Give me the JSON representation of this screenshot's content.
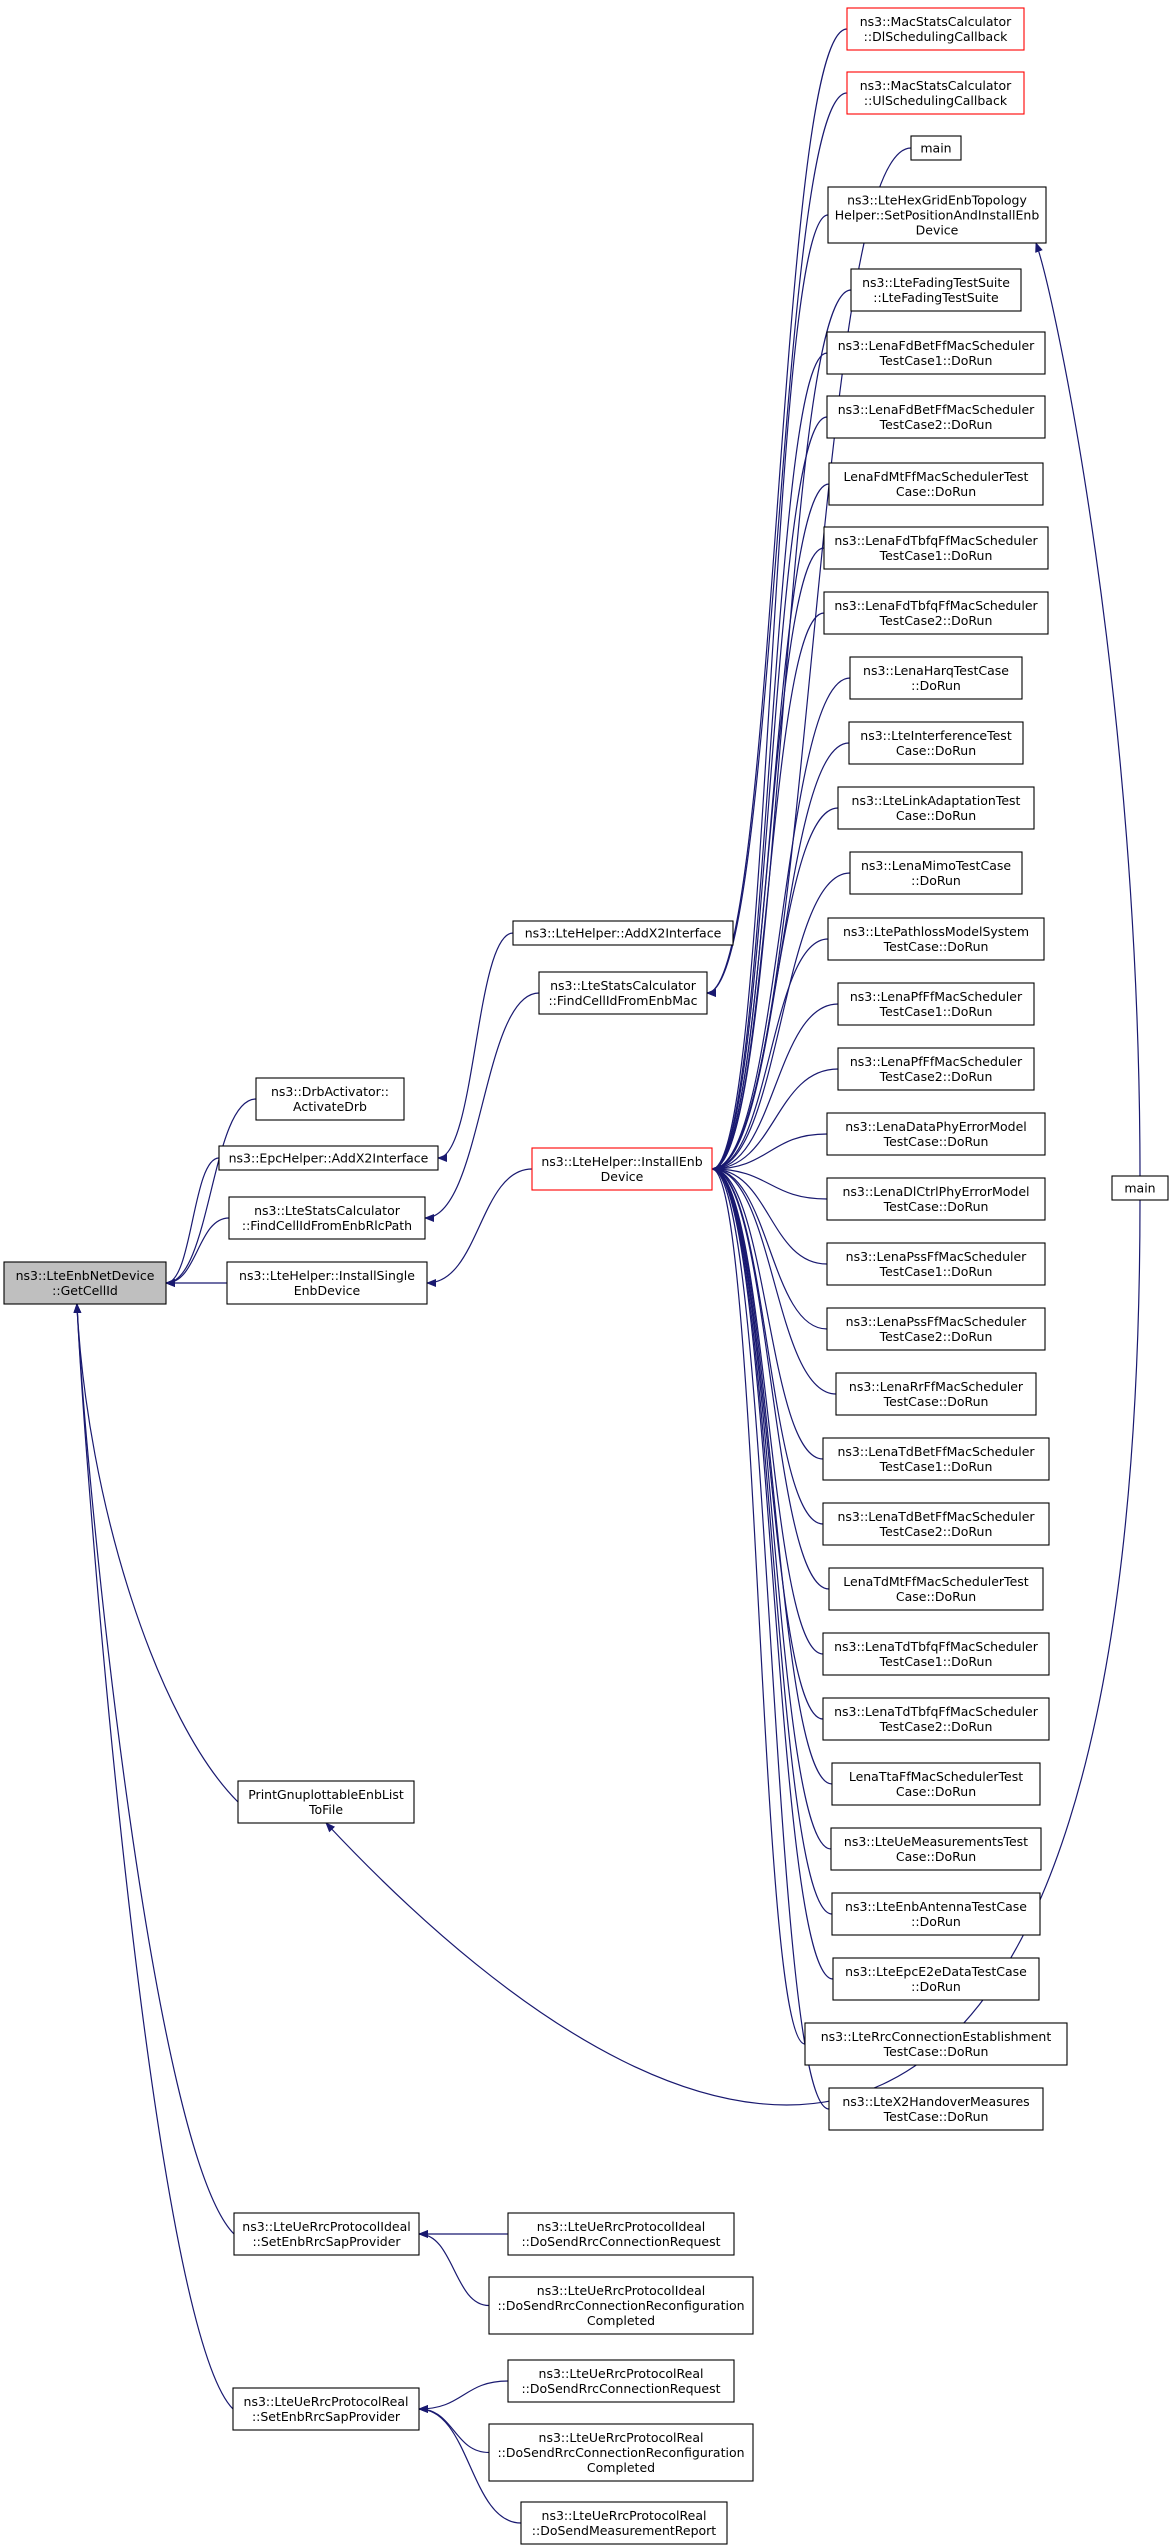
{
  "graph": {
    "title": "",
    "edge_color": "#191970",
    "root_fill": "#bfbfbf",
    "highlight_border": "#ff0000",
    "nodes": [
      {
        "id": "root",
        "lines": [
          "ns3::LteEnbNetDevice",
          "::GetCellId"
        ],
        "style": "root"
      },
      {
        "id": "drb",
        "lines": [
          "ns3::DrbActivator::",
          "ActivateDrb"
        ]
      },
      {
        "id": "epcx2",
        "lines": [
          "ns3::EpcHelper::AddX2Interface"
        ]
      },
      {
        "id": "statsrlc",
        "lines": [
          "ns3::LteStatsCalculator",
          "::FindCellIdFromEnbRlcPath"
        ]
      },
      {
        "id": "installsingle",
        "lines": [
          "ns3::LteHelper::InstallSingle",
          "EnbDevice"
        ]
      },
      {
        "id": "printgnu",
        "lines": [
          "PrintGnuplottableEnbList",
          "ToFile"
        ]
      },
      {
        "id": "idealsap",
        "lines": [
          "ns3::LteUeRrcProtocolIdeal",
          "::SetEnbRrcSapProvider"
        ]
      },
      {
        "id": "realsap",
        "lines": [
          "ns3::LteUeRrcProtocolReal",
          "::SetEnbRrcSapProvider"
        ]
      },
      {
        "id": "ltex2",
        "lines": [
          "ns3::LteHelper::AddX2Interface"
        ]
      },
      {
        "id": "statsmac",
        "lines": [
          "ns3::LteStatsCalculator",
          "::FindCellIdFromEnbMac"
        ]
      },
      {
        "id": "installenb",
        "lines": [
          "ns3::LteHelper::InstallEnb",
          "Device"
        ],
        "style": "red"
      },
      {
        "id": "ideal1",
        "lines": [
          "ns3::LteUeRrcProtocolIdeal",
          "::DoSendRrcConnectionRequest"
        ]
      },
      {
        "id": "ideal2",
        "lines": [
          "ns3::LteUeRrcProtocolIdeal",
          "::DoSendRrcConnectionReconfiguration",
          "Completed"
        ]
      },
      {
        "id": "real1",
        "lines": [
          "ns3::LteUeRrcProtocolReal",
          "::DoSendRrcConnectionRequest"
        ]
      },
      {
        "id": "real2",
        "lines": [
          "ns3::LteUeRrcProtocolReal",
          "::DoSendRrcConnectionReconfiguration",
          "Completed"
        ]
      },
      {
        "id": "real3",
        "lines": [
          "ns3::LteUeRrcProtocolReal",
          "::DoSendMeasurementReport"
        ]
      },
      {
        "id": "macdl",
        "lines": [
          "ns3::MacStatsCalculator",
          "::DlSchedulingCallback"
        ],
        "style": "red"
      },
      {
        "id": "macul",
        "lines": [
          "ns3::MacStatsCalculator",
          "::UlSchedulingCallback"
        ],
        "style": "red"
      },
      {
        "id": "main1",
        "lines": [
          "main"
        ]
      },
      {
        "id": "hexgrid",
        "lines": [
          "ns3::LteHexGridEnbTopology",
          "Helper::SetPositionAndInstallEnb",
          "Device"
        ]
      },
      {
        "id": "c01",
        "lines": [
          "ns3::LteFadingTestSuite",
          "::LteFadingTestSuite"
        ]
      },
      {
        "id": "c02",
        "lines": [
          "ns3::LenaFdBetFfMacScheduler",
          "TestCase1::DoRun"
        ]
      },
      {
        "id": "c03",
        "lines": [
          "ns3::LenaFdBetFfMacScheduler",
          "TestCase2::DoRun"
        ]
      },
      {
        "id": "c04",
        "lines": [
          "LenaFdMtFfMacSchedulerTest",
          "Case::DoRun"
        ]
      },
      {
        "id": "c05",
        "lines": [
          "ns3::LenaFdTbfqFfMacScheduler",
          "TestCase1::DoRun"
        ]
      },
      {
        "id": "c06",
        "lines": [
          "ns3::LenaFdTbfqFfMacScheduler",
          "TestCase2::DoRun"
        ]
      },
      {
        "id": "c07",
        "lines": [
          "ns3::LenaHarqTestCase",
          "::DoRun"
        ]
      },
      {
        "id": "c08",
        "lines": [
          "ns3::LteInterferenceTest",
          "Case::DoRun"
        ]
      },
      {
        "id": "c09",
        "lines": [
          "ns3::LteLinkAdaptationTest",
          "Case::DoRun"
        ]
      },
      {
        "id": "c10",
        "lines": [
          "ns3::LenaMimoTestCase",
          "::DoRun"
        ]
      },
      {
        "id": "c11",
        "lines": [
          "ns3::LtePathlossModelSystem",
          "TestCase::DoRun"
        ]
      },
      {
        "id": "c12",
        "lines": [
          "ns3::LenaPfFfMacScheduler",
          "TestCase1::DoRun"
        ]
      },
      {
        "id": "c13",
        "lines": [
          "ns3::LenaPfFfMacScheduler",
          "TestCase2::DoRun"
        ]
      },
      {
        "id": "c14",
        "lines": [
          "ns3::LenaDataPhyErrorModel",
          "TestCase::DoRun"
        ]
      },
      {
        "id": "c15",
        "lines": [
          "ns3::LenaDlCtrlPhyErrorModel",
          "TestCase::DoRun"
        ]
      },
      {
        "id": "c16",
        "lines": [
          "ns3::LenaPssFfMacScheduler",
          "TestCase1::DoRun"
        ]
      },
      {
        "id": "c17",
        "lines": [
          "ns3::LenaPssFfMacScheduler",
          "TestCase2::DoRun"
        ]
      },
      {
        "id": "c18",
        "lines": [
          "ns3::LenaRrFfMacScheduler",
          "TestCase::DoRun"
        ]
      },
      {
        "id": "c19",
        "lines": [
          "ns3::LenaTdBetFfMacScheduler",
          "TestCase1::DoRun"
        ]
      },
      {
        "id": "c20",
        "lines": [
          "ns3::LenaTdBetFfMacScheduler",
          "TestCase2::DoRun"
        ]
      },
      {
        "id": "c21",
        "lines": [
          "LenaTdMtFfMacSchedulerTest",
          "Case::DoRun"
        ]
      },
      {
        "id": "c22",
        "lines": [
          "ns3::LenaTdTbfqFfMacScheduler",
          "TestCase1::DoRun"
        ]
      },
      {
        "id": "c23",
        "lines": [
          "ns3::LenaTdTbfqFfMacScheduler",
          "TestCase2::DoRun"
        ]
      },
      {
        "id": "c24",
        "lines": [
          "LenaTtaFfMacSchedulerTest",
          "Case::DoRun"
        ]
      },
      {
        "id": "c25",
        "lines": [
          "ns3::LteUeMeasurementsTest",
          "Case::DoRun"
        ]
      },
      {
        "id": "c26",
        "lines": [
          "ns3::LteEnbAntennaTestCase",
          "::DoRun"
        ]
      },
      {
        "id": "c27",
        "lines": [
          "ns3::LteEpcE2eDataTestCase",
          "::DoRun"
        ]
      },
      {
        "id": "c28",
        "lines": [
          "ns3::LteRrcConnectionEstablishment",
          "TestCase::DoRun"
        ]
      },
      {
        "id": "c29",
        "lines": [
          "ns3::LteX2HandoverMeasures",
          "TestCase::DoRun"
        ]
      },
      {
        "id": "main2",
        "lines": [
          "main"
        ]
      }
    ],
    "edges": [
      [
        "drb",
        "root"
      ],
      [
        "epcx2",
        "root"
      ],
      [
        "statsrlc",
        "root"
      ],
      [
        "installsingle",
        "root"
      ],
      [
        "printgnu",
        "root"
      ],
      [
        "idealsap",
        "root"
      ],
      [
        "realsap",
        "root"
      ],
      [
        "ltex2",
        "epcx2"
      ],
      [
        "statsmac",
        "statsrlc"
      ],
      [
        "installenb",
        "installsingle"
      ],
      [
        "main2",
        "printgnu"
      ],
      [
        "ideal1",
        "idealsap"
      ],
      [
        "ideal2",
        "idealsap"
      ],
      [
        "real1",
        "realsap"
      ],
      [
        "real2",
        "realsap"
      ],
      [
        "real3",
        "realsap"
      ],
      [
        "macdl",
        "statsmac"
      ],
      [
        "macul",
        "statsmac"
      ],
      [
        "main1",
        "installenb"
      ],
      [
        "hexgrid",
        "installenb"
      ],
      [
        "c01",
        "installenb"
      ],
      [
        "c02",
        "installenb"
      ],
      [
        "c03",
        "installenb"
      ],
      [
        "c04",
        "installenb"
      ],
      [
        "c05",
        "installenb"
      ],
      [
        "c06",
        "installenb"
      ],
      [
        "c07",
        "installenb"
      ],
      [
        "c08",
        "installenb"
      ],
      [
        "c09",
        "installenb"
      ],
      [
        "c10",
        "installenb"
      ],
      [
        "c11",
        "installenb"
      ],
      [
        "c12",
        "installenb"
      ],
      [
        "c13",
        "installenb"
      ],
      [
        "c14",
        "installenb"
      ],
      [
        "c15",
        "installenb"
      ],
      [
        "c16",
        "installenb"
      ],
      [
        "c17",
        "installenb"
      ],
      [
        "c18",
        "installenb"
      ],
      [
        "c19",
        "installenb"
      ],
      [
        "c20",
        "installenb"
      ],
      [
        "c21",
        "installenb"
      ],
      [
        "c22",
        "installenb"
      ],
      [
        "c23",
        "installenb"
      ],
      [
        "c24",
        "installenb"
      ],
      [
        "c25",
        "installenb"
      ],
      [
        "c26",
        "installenb"
      ],
      [
        "c27",
        "installenb"
      ],
      [
        "c28",
        "installenb"
      ],
      [
        "c29",
        "installenb"
      ],
      [
        "main2",
        "hexgrid"
      ]
    ]
  }
}
